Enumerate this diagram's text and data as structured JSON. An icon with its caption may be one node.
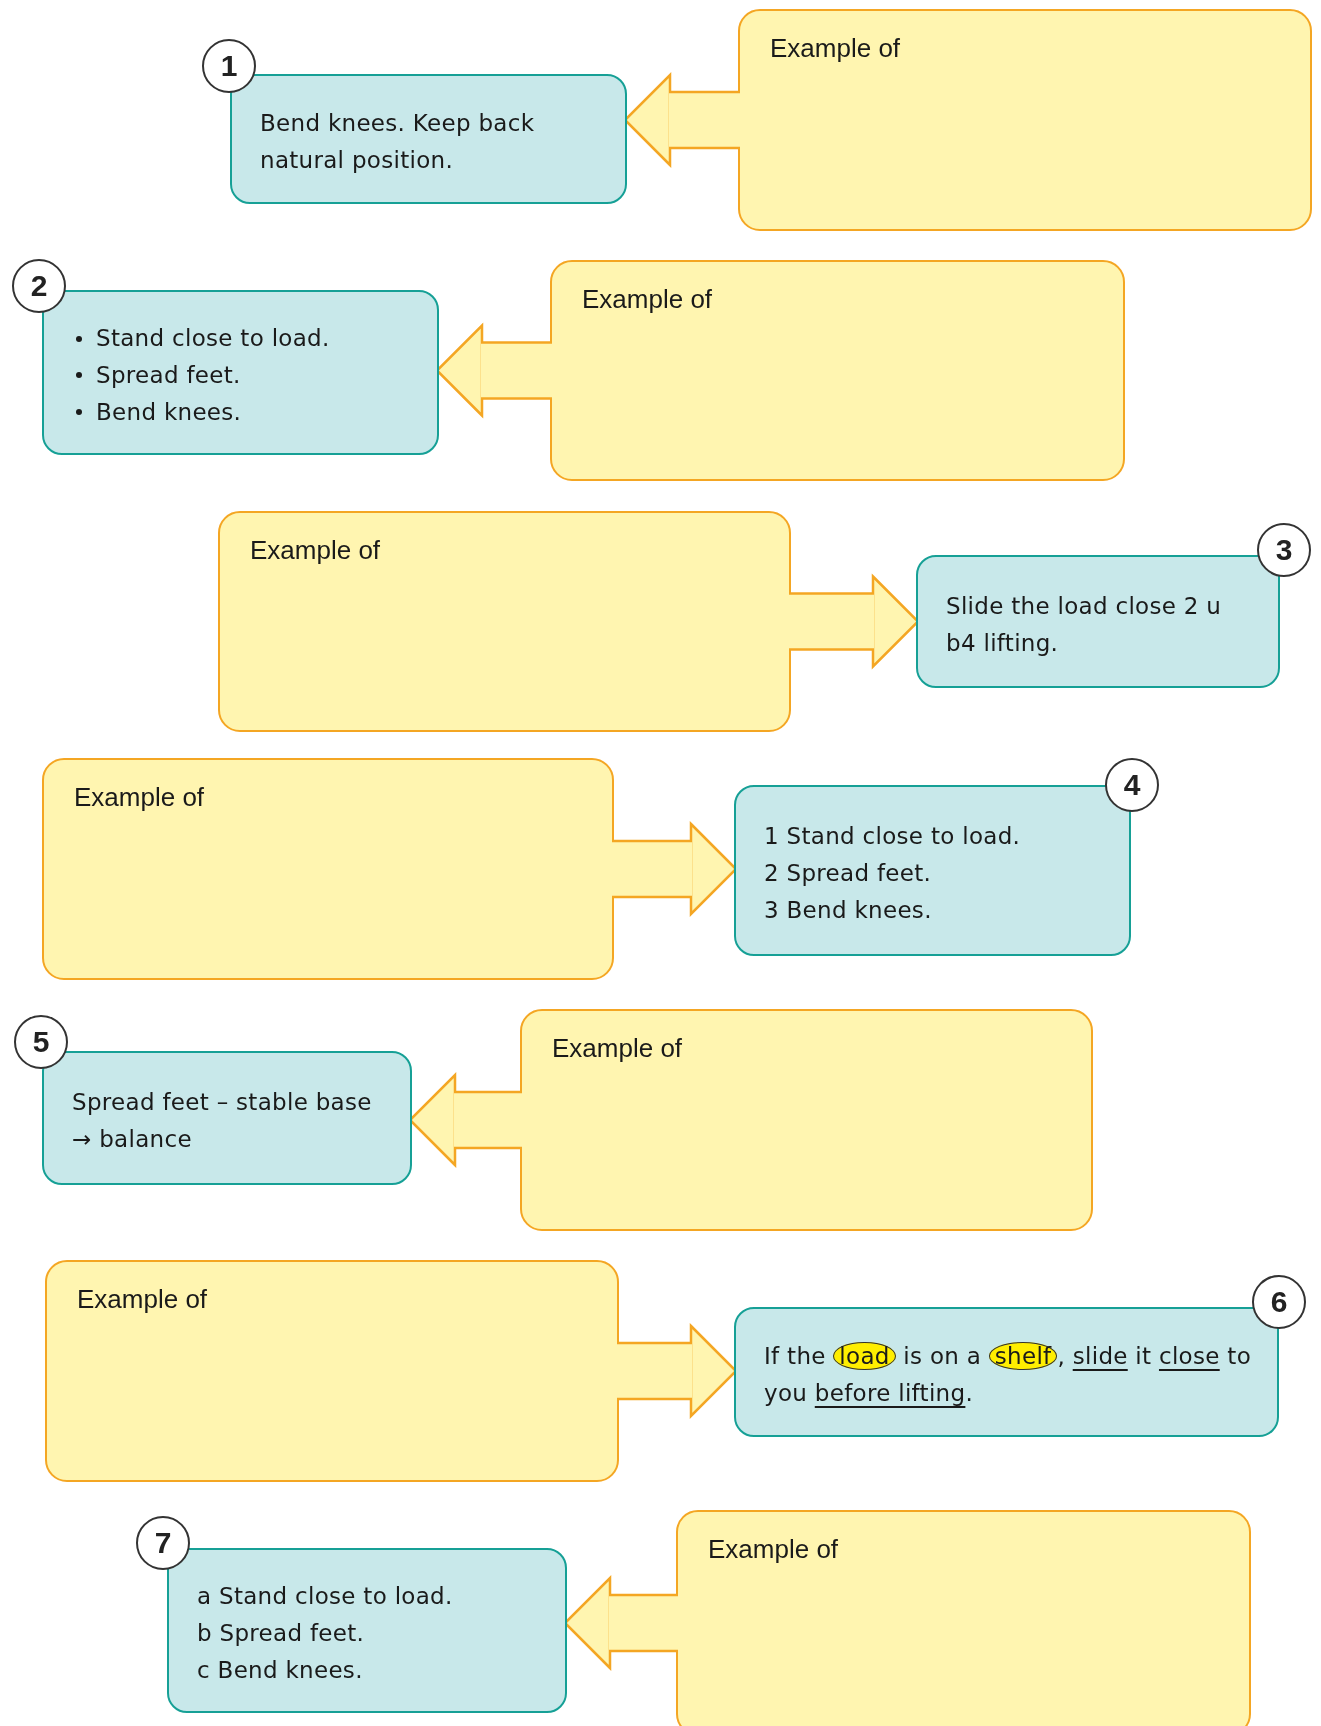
{
  "diagram": {
    "nodes": [
      {
        "text": [
          "Example of"
        ]
      },
      {
        "text": [
          "1"
        ]
      },
      {
        "text": [
          "Bend knees. Keep back natural position."
        ]
      },
      {
        "text": [
          "Example of"
        ]
      },
      {
        "text": [
          "2"
        ]
      },
      {
        "text": [
          "Stand close to load.",
          "Spread feet.",
          "Bend knees."
        ]
      },
      {
        "text": [
          "Example of"
        ]
      },
      {
        "text": [
          "3"
        ]
      },
      {
        "text": [
          "Slide the load close 2 u b4 lifting."
        ]
      },
      {
        "text": [
          "Example of"
        ]
      },
      {
        "text": [
          "4"
        ]
      },
      {
        "text": [
          "1 Stand close to load.",
          "2 Spread feet.",
          "3 Bend knees."
        ]
      },
      {
        "text": [
          "Example of"
        ]
      },
      {
        "text": [
          "5"
        ]
      },
      {
        "text": [
          "Spread feet – stable base → balance"
        ]
      },
      {
        "text": [
          "Example of"
        ]
      },
      {
        "text": [
          "6"
        ]
      },
      {
        "text": [
          "If the **load** is on a **shelf**, *slide* it *close* to you *before lifting*."
        ]
      },
      {
        "text": [
          "Example of"
        ]
      },
      {
        "text": [
          "7"
        ]
      },
      {
        "text": [
          "a Stand close to load.",
          "b Spread feet.",
          "c Bend knees."
        ]
      }
    ],
    "edges": [
      {
        "from": 0,
        "to": 2,
        "arrow": "to"
      },
      {
        "from": 3,
        "to": 5,
        "arrow": "to"
      },
      {
        "from": 6,
        "to": 8,
        "arrow": "to"
      },
      {
        "from": 9,
        "to": 11,
        "arrow": "to"
      },
      {
        "from": 12,
        "to": 14,
        "arrow": "to"
      },
      {
        "from": 15,
        "to": 17,
        "arrow": "to"
      },
      {
        "from": 18,
        "to": 20,
        "arrow": "to"
      }
    ]
  }
}
